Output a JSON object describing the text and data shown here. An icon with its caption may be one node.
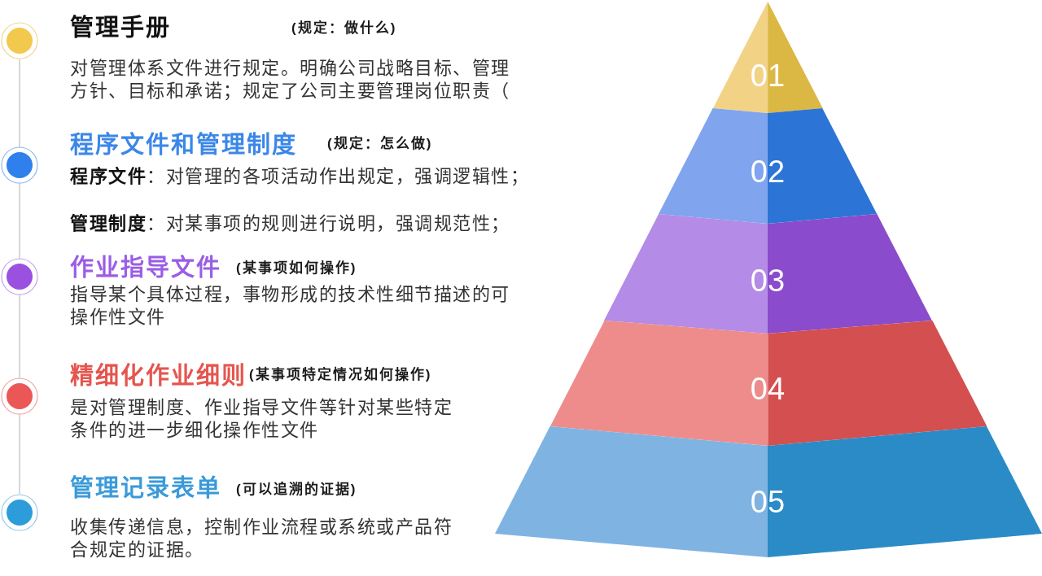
{
  "diagram": {
    "nodes": [
      {
        "text": [
          "01"
        ]
      },
      {
        "text": [
          "02"
        ]
      },
      {
        "text": [
          "03"
        ]
      },
      {
        "text": [
          "04"
        ]
      },
      {
        "text": [
          "05"
        ]
      }
    ],
    "labels": [
      "管理手册",
      "(规定：做什么)",
      "对管理体系文件进行规定。明确公司战略目标、管理方针、目标和承诺；规定了公司主要管理岗位职责（",
      "程序文件和管理制度",
      "(规定：怎么做)",
      "**程序文件**：对管理的各项活动作出规定，强调逻辑性；",
      "**管理制度**：对某事项的规则进行说明，强调规范性；",
      "作业指导文件",
      "(某事项如何操作)",
      "指导某个具体过程，事物形成的技术性细节描述的可操作性文件",
      "精细化作业细则",
      "(某事项特定情况如何操作)",
      "是对管理制度、作业指导文件等针对某些特定条件的进一步细化操作性文件",
      "管理记录表单",
      "(可以追溯的证据)",
      "收集传递信息，控制作业流程或系统或产品符合规定的证据。"
    ]
  }
}
